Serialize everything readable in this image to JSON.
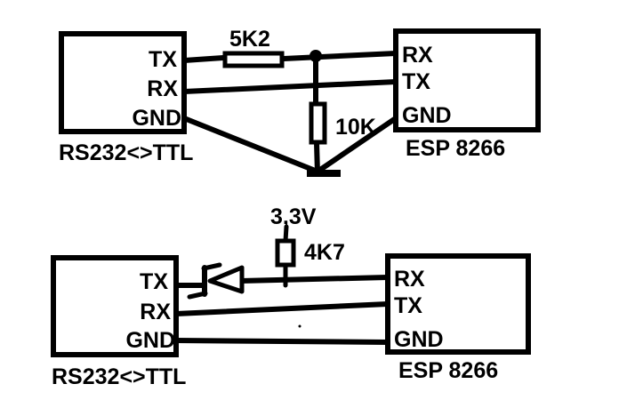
{
  "colors": {
    "ink": "#000000",
    "background": "#ffffff"
  },
  "top_circuit": {
    "left_module": {
      "name": "RS232<>TTL",
      "pin_tx": "TX",
      "pin_rx": "RX",
      "pin_gnd": "GND"
    },
    "right_module": {
      "name": "ESP 8266",
      "pin_rx": "RX",
      "pin_tx": "TX",
      "pin_gnd": "GND"
    },
    "series_resistor_value": "5K2",
    "pulldown_resistor_value": "10K"
  },
  "bottom_circuit": {
    "left_module": {
      "name": "RS232<>TTL",
      "pin_tx": "TX",
      "pin_rx": "RX",
      "pin_gnd": "GND"
    },
    "right_module": {
      "name": "ESP 8266",
      "pin_rx": "RX",
      "pin_tx": "TX",
      "pin_gnd": "GND"
    },
    "supply_label": "3,3V",
    "pullup_resistor_value": "4K7"
  }
}
